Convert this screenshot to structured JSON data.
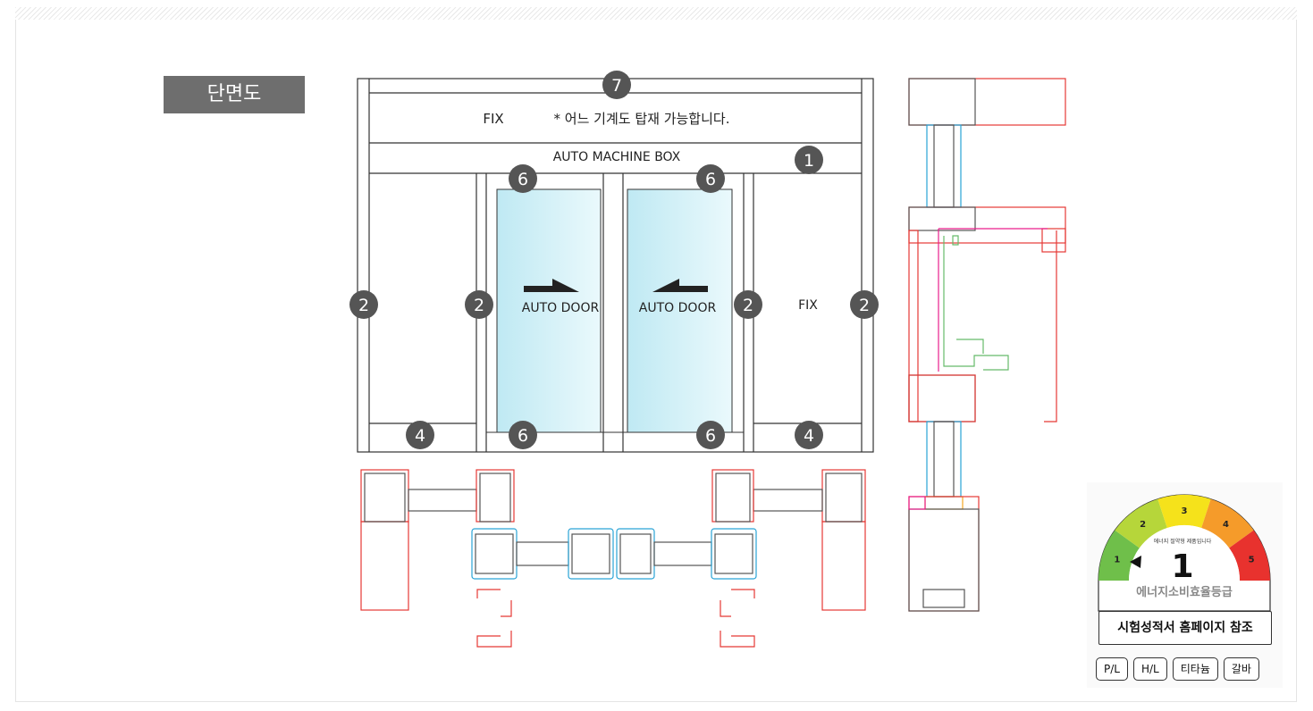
{
  "section": {
    "title": "단면도"
  },
  "elevation": {
    "top_fix_label": "FIX",
    "top_note": "* 어느 기계도 탑재 가능합니다.",
    "machine_box_label": "AUTO MACHINE BOX",
    "door_left_label": "AUTO DOOR",
    "door_right_label": "AUTO DOOR",
    "side_fix_label": "FIX",
    "markers": [
      "7",
      "1",
      "6",
      "6",
      "2",
      "2",
      "2",
      "2",
      "4",
      "6",
      "6",
      "4"
    ]
  },
  "energy": {
    "grade_numbers": [
      "1",
      "2",
      "3",
      "4",
      "5"
    ],
    "grade": "1",
    "arc_text": "에너지 절약형 제품입니다",
    "title": "에너지소비효율등급",
    "note": "시험성적서 홈페이지 참조",
    "colors": [
      "#6fbf4a",
      "#b6d63a",
      "#f5e21b",
      "#f59b2a",
      "#e8322e"
    ]
  },
  "chips": [
    "P/L",
    "H/L",
    "티타늄",
    "갈바"
  ]
}
